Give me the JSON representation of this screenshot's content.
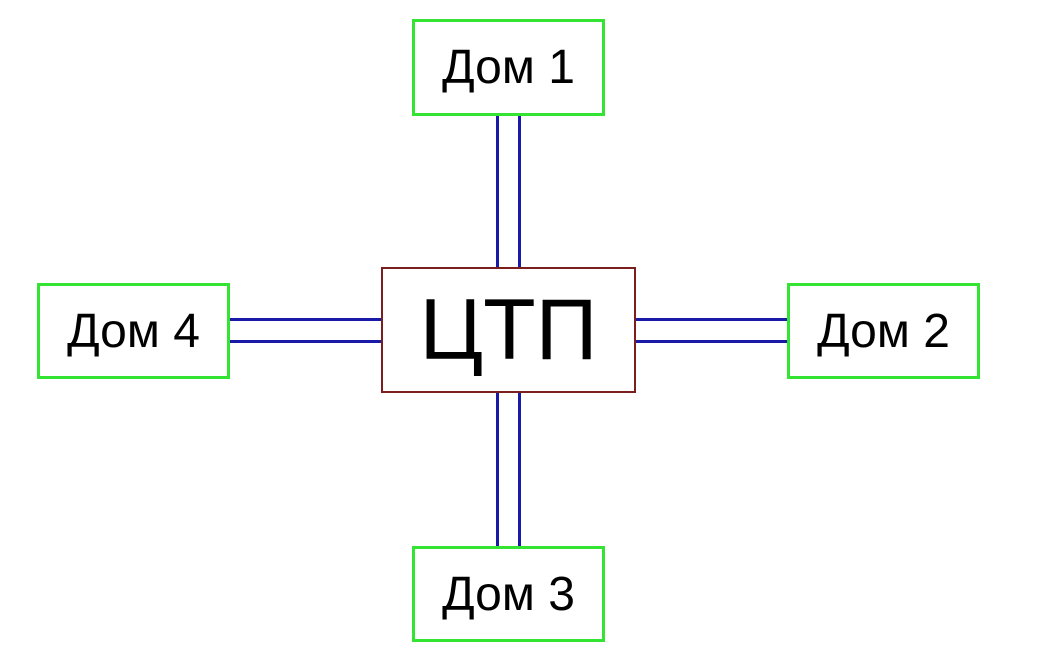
{
  "diagram": {
    "center_label": "ЦТП",
    "houses": [
      {
        "id": "house-1",
        "label": "Дом 1"
      },
      {
        "id": "house-2",
        "label": "Дом 2"
      },
      {
        "id": "house-3",
        "label": "Дом 3"
      },
      {
        "id": "house-4",
        "label": "Дом 4"
      }
    ]
  },
  "colors": {
    "house_border": "#33e433",
    "center_border": "#7a1e1e",
    "pipe": "#1a1aa8",
    "text": "#000000",
    "background": "#ffffff"
  }
}
